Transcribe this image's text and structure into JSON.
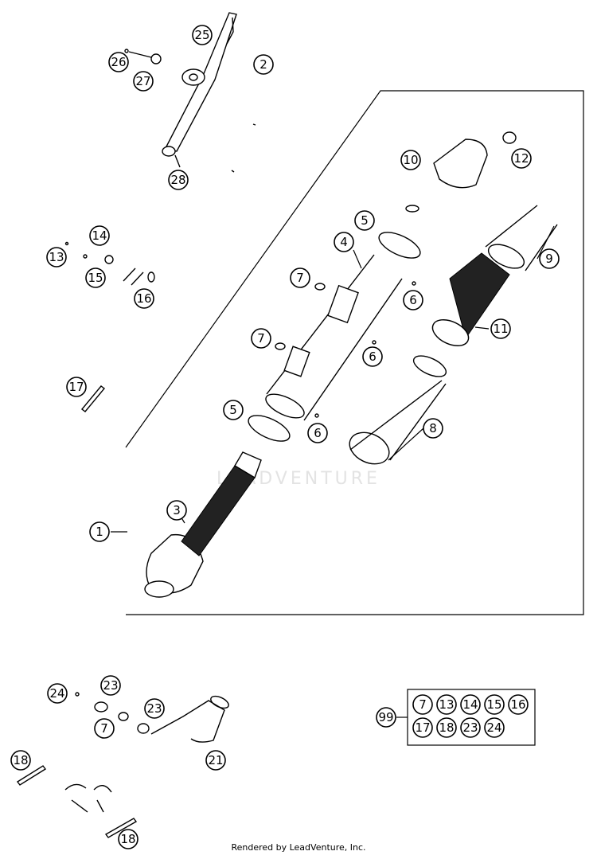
{
  "callouts": {
    "c1": "1",
    "c2": "2",
    "c3": "3",
    "c4": "4",
    "c5a": "5",
    "c5b": "5",
    "c6a": "6",
    "c6b": "6",
    "c6c": "6",
    "c7a": "7",
    "c7b": "7",
    "c7c": "7",
    "c8": "8",
    "c9": "9",
    "c10": "10",
    "c11": "11",
    "c12": "12",
    "c13": "13",
    "c14": "14",
    "c15": "15",
    "c16": "16",
    "c17": "17",
    "c18a": "18",
    "c18b": "18",
    "c21": "21",
    "c23a": "23",
    "c23b": "23",
    "c24": "24",
    "c25": "25",
    "c26": "26",
    "c27": "27",
    "c28": "28"
  },
  "kit": {
    "label": "99",
    "row1": [
      "7",
      "13",
      "14",
      "15",
      "16"
    ],
    "row2": [
      "17",
      "18",
      "23",
      "24"
    ]
  },
  "watermark": "LEADVENTURE",
  "footer": "Rendered by LeadVenture, Inc."
}
